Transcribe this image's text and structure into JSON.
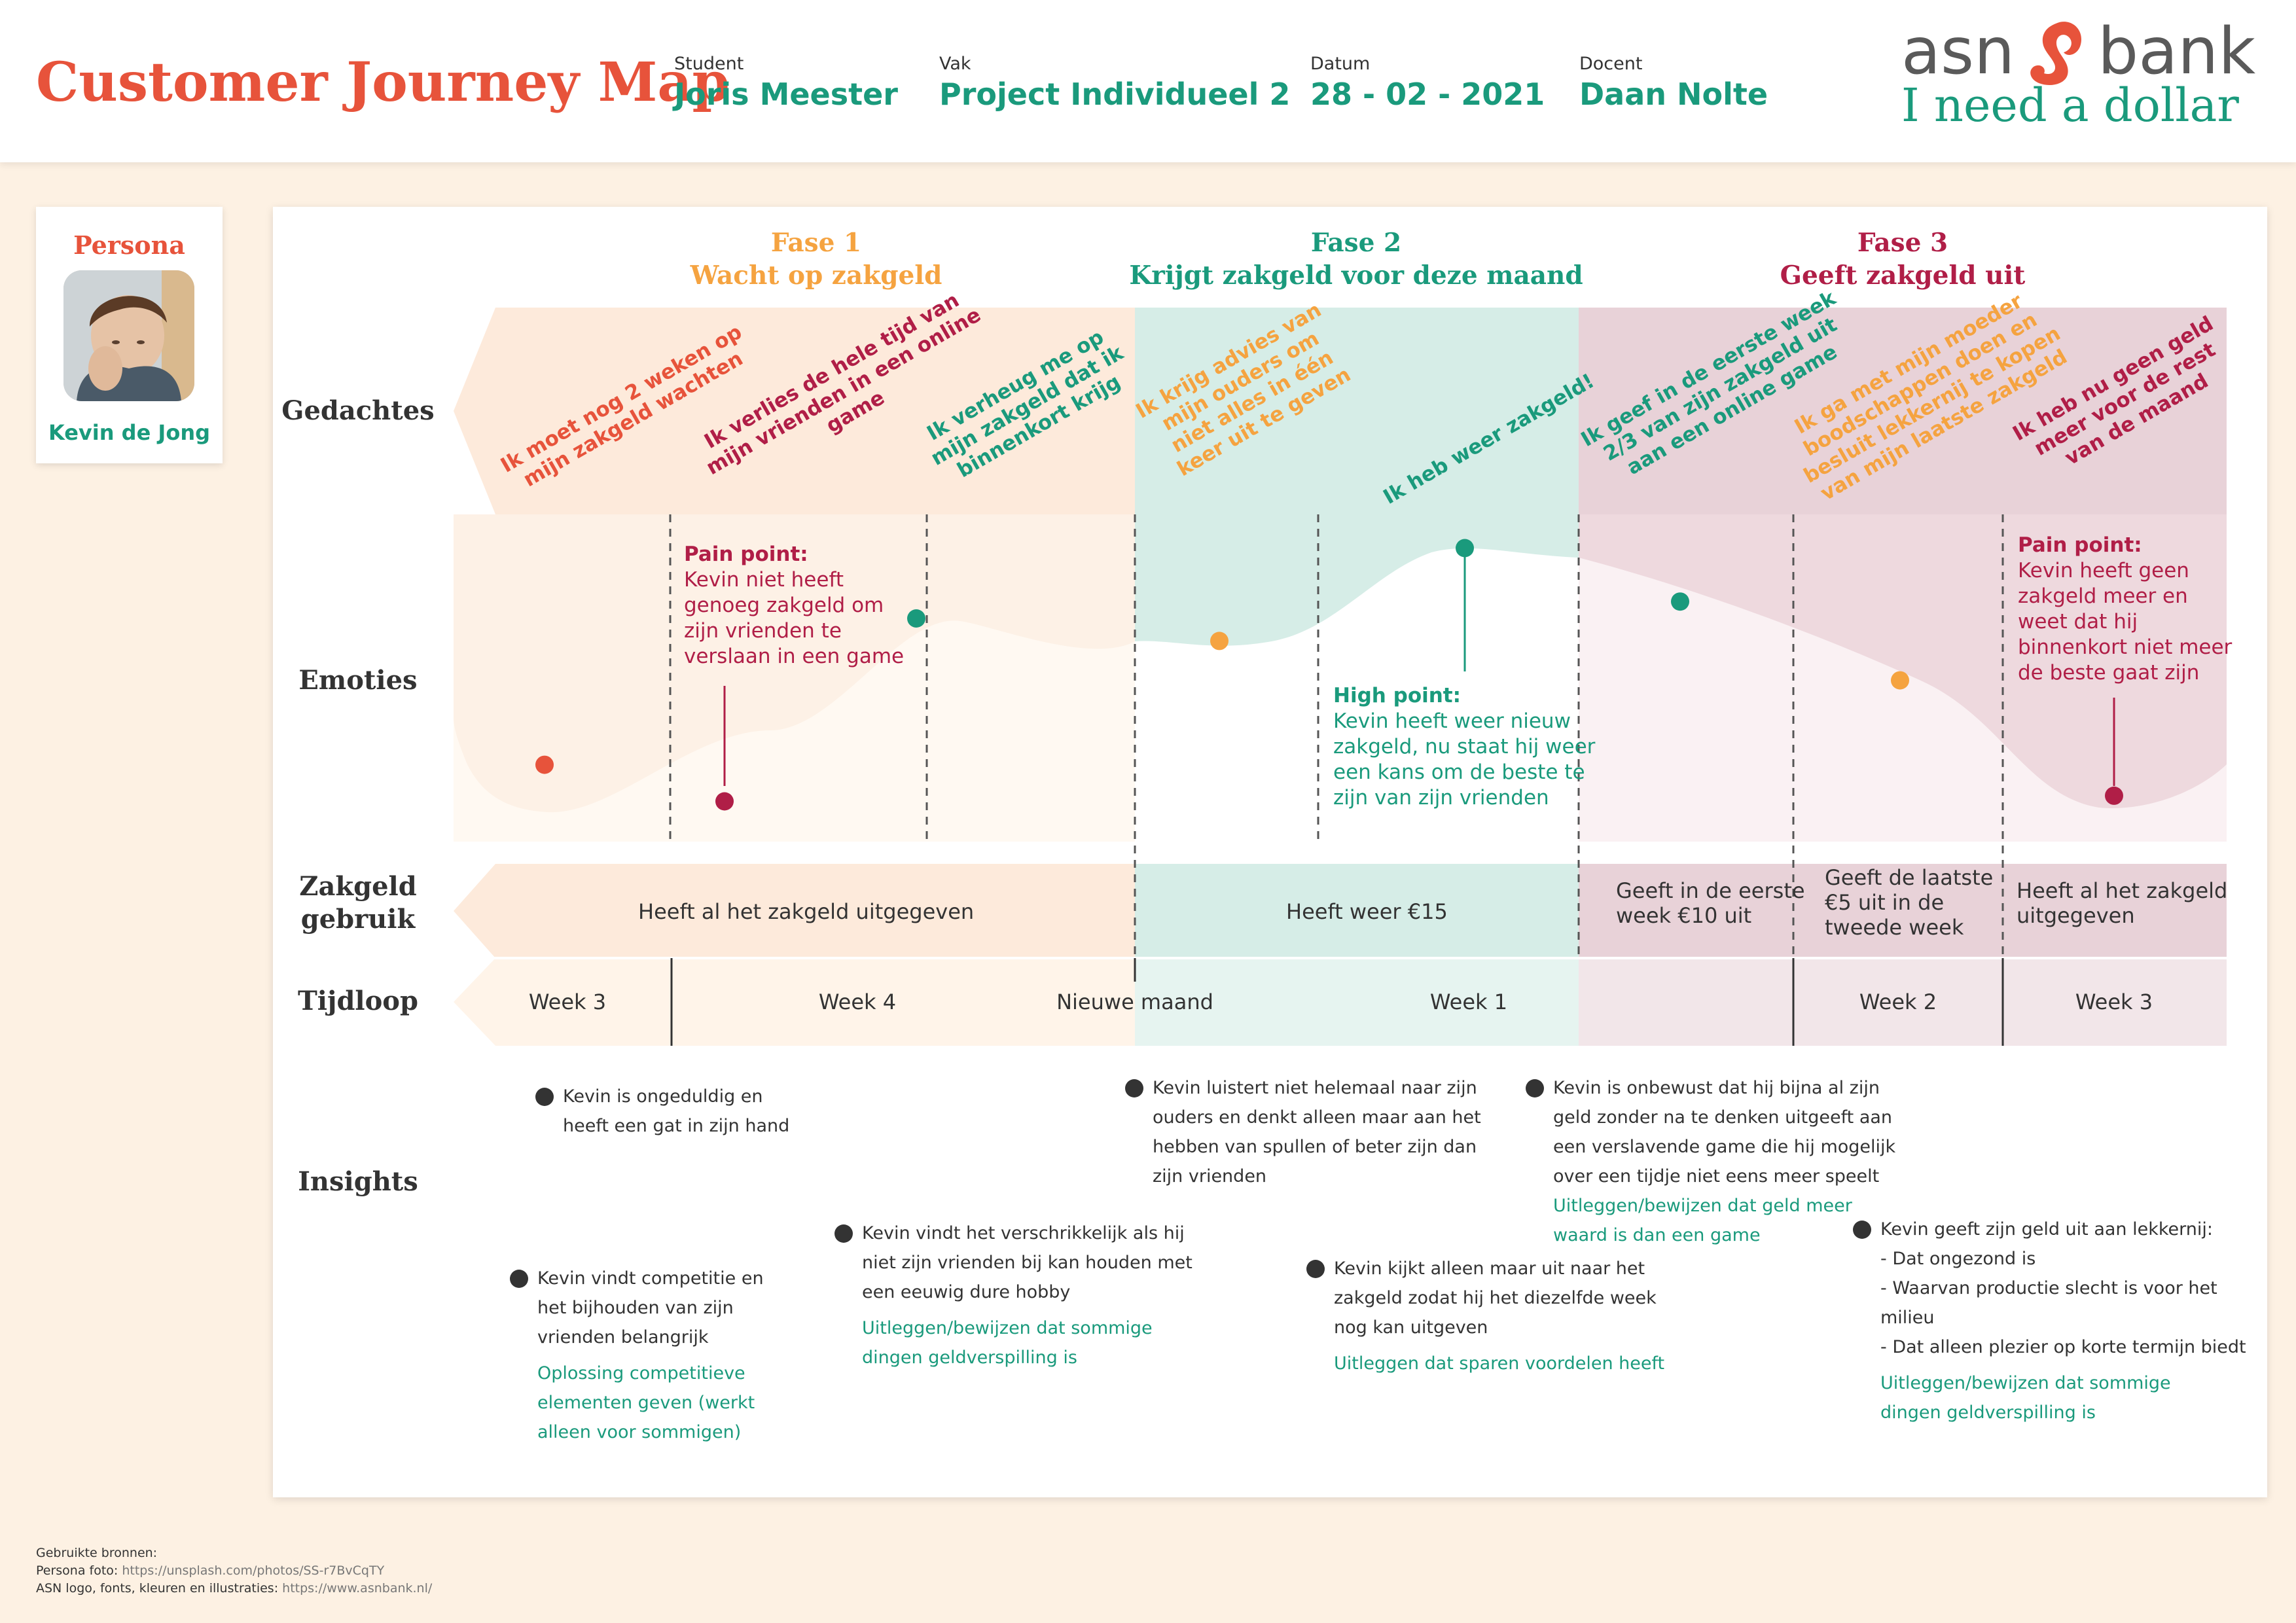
{
  "header": {
    "title": "Customer Journey Map",
    "fields": [
      {
        "label": "Student",
        "value": "Joris Meester"
      },
      {
        "label": "Vak",
        "value": "Project Individueel 2"
      },
      {
        "label": "Datum",
        "value": "28 - 02 - 2021"
      },
      {
        "label": "Docent",
        "value": "Daan Nolte"
      }
    ],
    "logo_left": "asn",
    "logo_right": "bank",
    "tagline": "I need a dollar",
    "logo_colors": {
      "text": "#5a5a5a",
      "squirrel": "#e7533b",
      "tagline": "#1a9a7c"
    }
  },
  "persona": {
    "title": "Persona",
    "name": "Kevin de Jong",
    "photo_icon": "boy-portrait-photo"
  },
  "row_labels": {
    "gedachtes": "Gedachtes",
    "emoties": "Emoties",
    "zakgeld_1": "Zakgeld",
    "zakgeld_2": "gebruik",
    "tijdloop": "Tijdloop",
    "insights": "Insights"
  },
  "phases": [
    {
      "line1": "Fase 1",
      "line2": "Wacht op zakgeld",
      "color": "#f5a340",
      "bg": "#fdeadb"
    },
    {
      "line1": "Fase 2",
      "line2": "Krijgt zakgeld voor deze maand",
      "color": "#1a9a7c",
      "bg": "#d6ede7"
    },
    {
      "line1": "Fase 3",
      "line2": "Geeft zakgeld uit",
      "color": "#b01e47",
      "bg": "#e8d2d8"
    }
  ],
  "thoughts": [
    {
      "text": [
        "Ik moet nog 2 weken op",
        "mijn zakgeld wachten"
      ],
      "color": "#e7533b"
    },
    {
      "text": [
        "Ik verlies de hele tijd van",
        "mijn vrienden in een online",
        "game"
      ],
      "color": "#b01e47"
    },
    {
      "text": [
        "Ik verheug me op",
        "mijn zakgeld dat ik",
        "binnenkort krijg"
      ],
      "color": "#1a9a7c"
    },
    {
      "text": [
        "Ik krijg advies van",
        "mijn ouders om",
        "niet alles in één",
        "keer uit te geven"
      ],
      "color": "#f5a340"
    },
    {
      "text": [
        "Ik heb weer zakgeld!"
      ],
      "color": "#1a9a7c"
    },
    {
      "text": [
        "Ik geef in de eerste week",
        "2/3 van zijn zakgeld uit",
        "aan een online game"
      ],
      "color": "#1a9a7c"
    },
    {
      "text": [
        "Ik ga met mijn moeder",
        "boodschappen doen en",
        "besluit lekkernij te kopen",
        "van mijn laatste zakgeld"
      ],
      "color": "#f5a340"
    },
    {
      "text": [
        "Ik heb nu geen geld",
        "meer voor de rest",
        "van de maand"
      ],
      "color": "#b01e47"
    }
  ],
  "emotion_points": [
    {
      "label": "Ik moet nog 2 weken op mijn zakgeld wachten",
      "level": 0.18,
      "color": "#e7533b"
    },
    {
      "label": "Ik verlies de hele tijd van mijn vrienden in een online game",
      "level": 0.05,
      "color": "#b01e47"
    },
    {
      "label": "Ik verheug me op mijn zakgeld dat ik binnenkort krijg",
      "level": 0.7,
      "color": "#1a9a7c"
    },
    {
      "label": "Ik krijg advies van mijn ouders om niet alles in één keer uit te geven",
      "level": 0.62,
      "color": "#f5a340"
    },
    {
      "label": "Ik heb weer zakgeld!",
      "level": 0.95,
      "color": "#1a9a7c"
    },
    {
      "label": "Ik geef in de eerste week 2/3 van zijn zakgeld uit aan een online game",
      "level": 0.76,
      "color": "#1a9a7c"
    },
    {
      "label": "Ik ga met mijn moeder boodschappen doen en besluit lekkernij te kopen van mijn laatste zakgeld",
      "level": 0.48,
      "color": "#f5a340"
    },
    {
      "label": "Ik heb nu geen geld meer voor de rest van de maand",
      "level": 0.07,
      "color": "#b01e47"
    }
  ],
  "callouts": [
    {
      "title": "Pain point:",
      "lines": [
        "Kevin niet heeft",
        "genoeg zakgeld om",
        "zijn vrienden te",
        "verslaan in een game"
      ],
      "color": "#b01e47"
    },
    {
      "title": "High point:",
      "lines": [
        "Kevin heeft weer nieuw",
        "zakgeld, nu staat hij weer",
        "een kans om de beste te",
        "zijn van zijn vrienden"
      ],
      "color": "#1a9a7c"
    },
    {
      "title": "Pain point:",
      "lines": [
        "Kevin heeft geen",
        "zakgeld meer en",
        "weet dat hij",
        "binnenkort niet meer",
        "de beste gaat zijn"
      ],
      "color": "#b01e47"
    }
  ],
  "usage": [
    {
      "lines": [
        "Heeft al het zakgeld uitgegeven"
      ]
    },
    {
      "lines": [
        "Heeft weer €15"
      ]
    },
    {
      "lines": [
        "Geeft in de eerste",
        "week €10 uit"
      ]
    },
    {
      "lines": [
        "Geeft de laatste",
        "€5 uit in de",
        "tweede week"
      ]
    },
    {
      "lines": [
        "Heeft al het zakgeld",
        "uitgegeven"
      ]
    }
  ],
  "weeks": [
    "Week 3",
    "Week 4",
    "Nieuwe maand",
    "Week 1",
    "Week 2",
    "Week 3"
  ],
  "insights": [
    {
      "lines": [
        "Kevin is ongeduldig en",
        "heeft een gat in zijn hand"
      ],
      "note": []
    },
    {
      "lines": [
        "Kevin vindt competitie en",
        "het bijhouden van zijn",
        "vrienden belangrijk"
      ],
      "note": [
        "Oplossing competitieve",
        "elementen geven (werkt",
        "alleen voor sommigen)"
      ]
    },
    {
      "lines": [
        "Kevin vindt het verschrikkelijk als hij",
        "niet zijn vrienden bij kan houden met",
        "een eeuwig dure hobby"
      ],
      "note": [
        "Uitleggen/bewijzen dat sommige",
        "dingen geldverspilling is"
      ]
    },
    {
      "lines": [
        "Kevin luistert niet helemaal naar zijn",
        "ouders en denkt alleen maar aan het",
        "hebben van spullen of beter zijn dan",
        "zijn vrienden"
      ],
      "note": []
    },
    {
      "lines": [
        "Kevin kijkt alleen maar uit naar het",
        "zakgeld zodat hij het diezelfde week",
        "nog kan uitgeven"
      ],
      "note": [
        "Uitleggen dat sparen voordelen heeft"
      ]
    },
    {
      "lines": [
        "Kevin is onbewust dat hij bijna al zijn",
        "geld zonder na te denken uitgeeft aan",
        "een verslavende game die hij mogelijk",
        "over een tijdje niet eens meer speelt"
      ],
      "note": [
        "Uitleggen/bewijzen dat geld meer",
        "waard is dan een game"
      ]
    },
    {
      "lines": [
        "Kevin geeft zijn geld uit aan lekkernij:",
        "- Dat ongezond is",
        "- Waarvan productie slecht is voor het milieu",
        "- Dat alleen plezier op korte termijn biedt"
      ],
      "note": [
        "Uitleggen/bewijzen dat sommige",
        "dingen geldverspilling is"
      ]
    }
  ],
  "footer": {
    "heading": "Gebruikte bronnen:",
    "lines": [
      {
        "label": "Persona foto: ",
        "link": "https://unsplash.com/photos/SS-r7BvCqTY"
      },
      {
        "label": "ASN logo, fonts, kleuren en illustraties: ",
        "link": "https://www.asnbank.nl/"
      }
    ]
  }
}
